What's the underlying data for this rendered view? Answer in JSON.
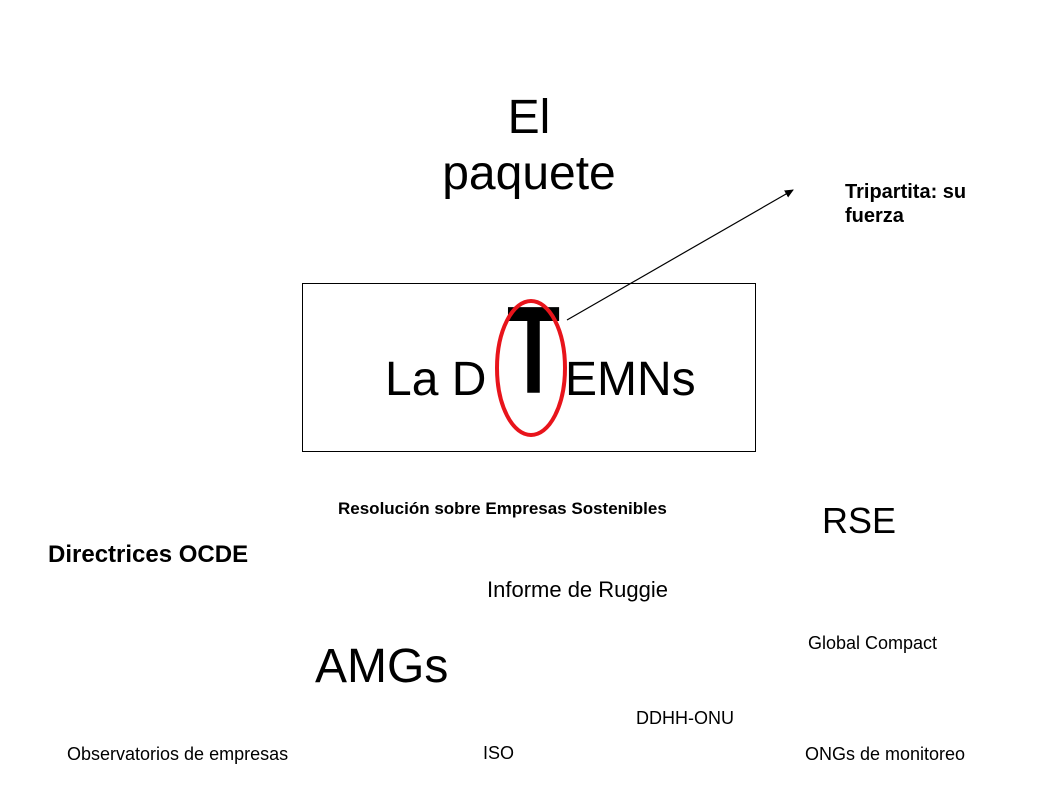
{
  "title": {
    "line1": "El",
    "line2": "paquete"
  },
  "callout": {
    "text": "Tripartita: su fuerza"
  },
  "center_box": {
    "prefix": "La D",
    "highlight_letter": "T",
    "suffix": "EMNs"
  },
  "labels": {
    "resolucion": "Resolución sobre Empresas Sostenibles",
    "rse": "RSE",
    "directrices": "Directrices OCDE",
    "ruggie": "Informe de Ruggie",
    "global_compact": "Global Compact",
    "amgs": "AMGs",
    "ddhh": "DDHH-ONU",
    "observatorios": "Observatorios de empresas",
    "iso": "ISO",
    "ongs": "ONGs de monitoreo"
  },
  "colors": {
    "highlight_ellipse": "#e8141b",
    "text": "#000000",
    "arrow": "#000000"
  }
}
